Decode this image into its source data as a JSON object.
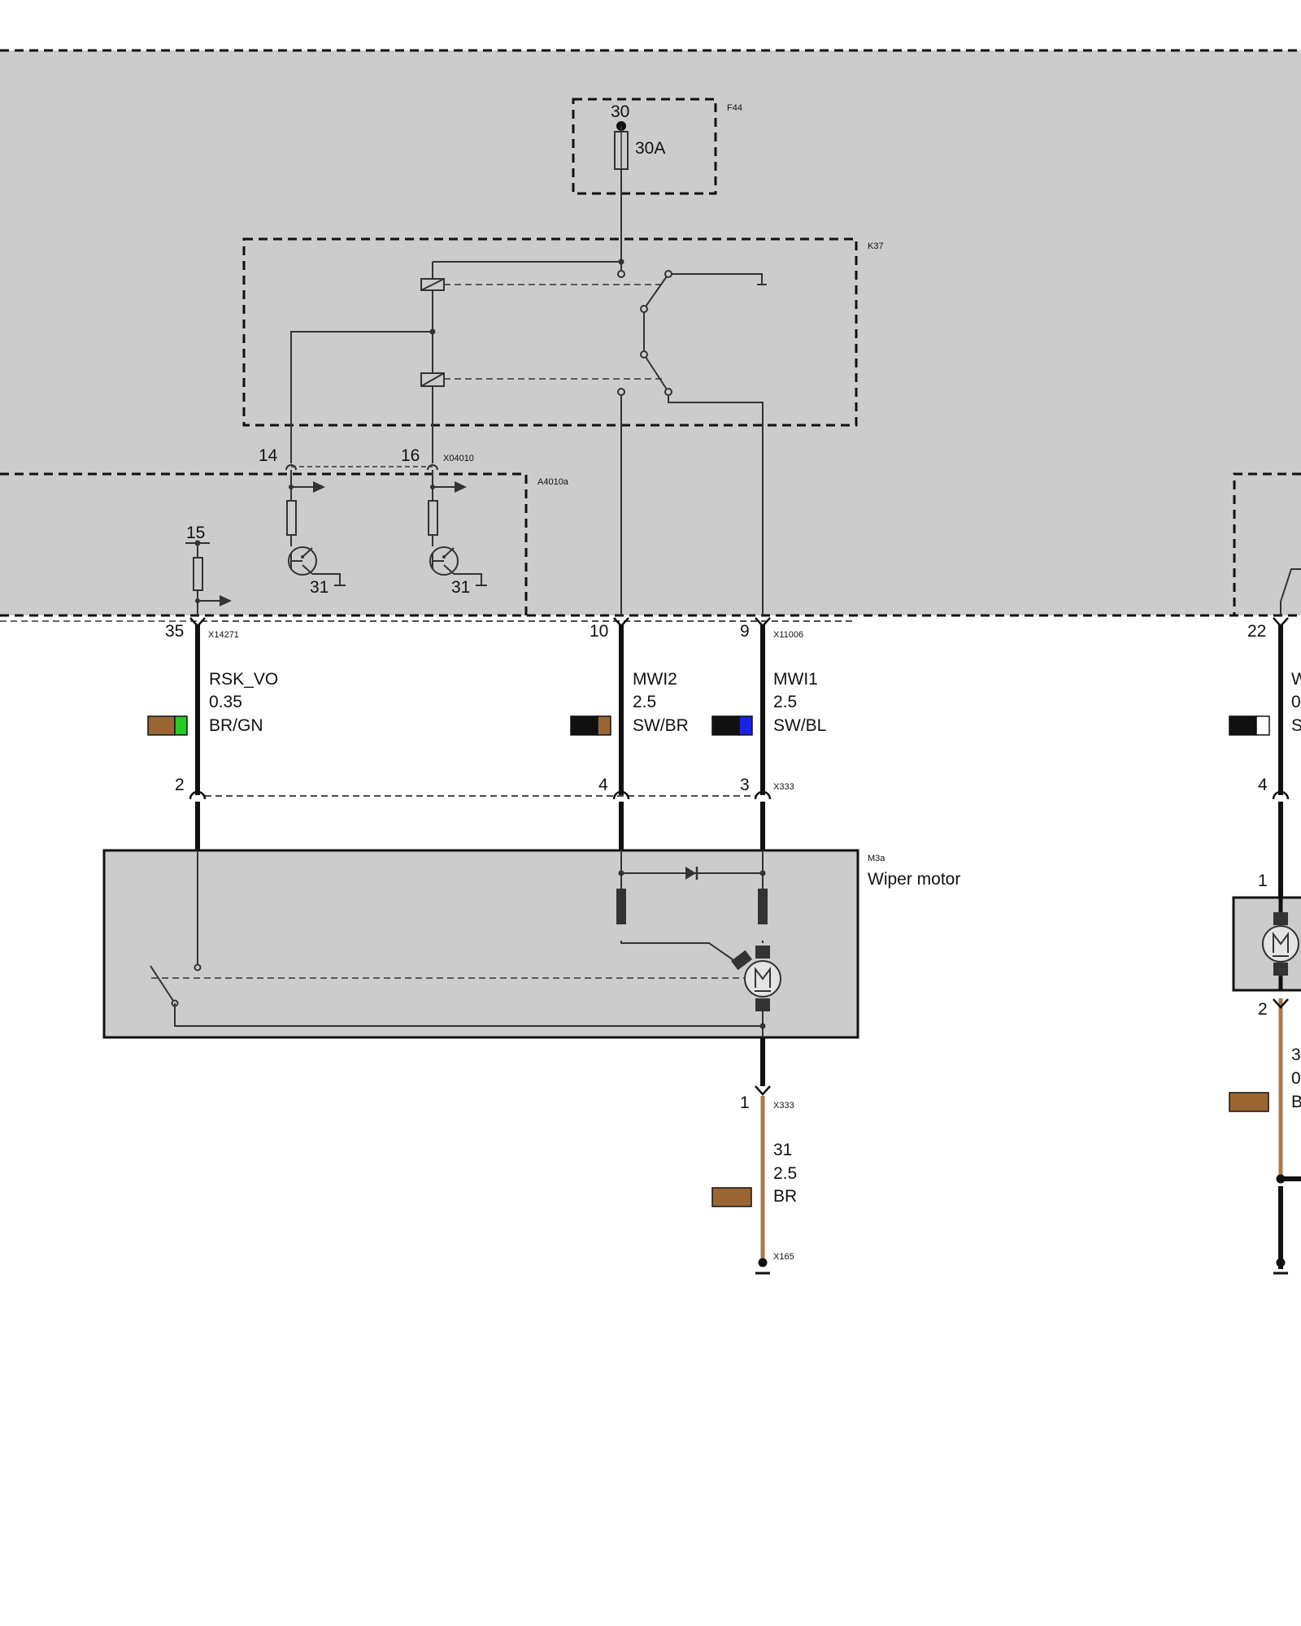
{
  "colors": {
    "panel_gray": "#cccccc",
    "wire_black": "#111111",
    "wire_brown": "#a87a4a",
    "swatch_brown": "#9b6533",
    "swatch_green": "#22cc22",
    "swatch_blue": "#1a22e6",
    "swatch_white": "#ffffff"
  },
  "components": {
    "fuse": {
      "id": "F44",
      "terminal": "30",
      "rating": "30A"
    },
    "relay": {
      "id": "K37"
    },
    "control_module": {
      "id": "A4010a"
    },
    "module_connector": {
      "id": "X04010",
      "pins": [
        "14",
        "16"
      ]
    },
    "transistor_grounds": [
      "31",
      "31"
    ],
    "terminal_15": "15",
    "wiper_motor": {
      "id": "M3a",
      "name": "Wiper motor"
    },
    "motor_icon": "motor-icon"
  },
  "connectors": {
    "x14271": {
      "id": "X14271",
      "pin": "35"
    },
    "x11006": {
      "id": "X11006",
      "pins": [
        "10",
        "9"
      ]
    },
    "x333_top": {
      "id": "X333",
      "pins": [
        "2",
        "4",
        "3"
      ]
    },
    "x333_bottom": {
      "id": "X333",
      "pin": "1"
    },
    "x165": {
      "id": "X165"
    },
    "right_edge": {
      "top_pin": "22",
      "mid_pin": "4",
      "motor_pin_top": "1",
      "motor_pin_bottom": "2"
    }
  },
  "wires": [
    {
      "signal": "RSK_VO",
      "gauge": "0.35",
      "color_code": "BR/GN",
      "swatch": [
        "#9b6533",
        "#22cc22"
      ]
    },
    {
      "signal": "MWI2",
      "gauge": "2.5",
      "color_code": "SW/BR",
      "swatch": [
        "#111111",
        "#9b6533"
      ]
    },
    {
      "signal": "MWI1",
      "gauge": "2.5",
      "color_code": "SW/BL",
      "swatch": [
        "#111111",
        "#1a22e6"
      ]
    },
    {
      "signal": "31",
      "gauge": "2.5",
      "color_code": "BR",
      "swatch": [
        "#9b6533"
      ]
    }
  ],
  "right_edge_partial": {
    "wire_top": [
      "W",
      "0",
      "S"
    ],
    "wire_bottom": [
      "3",
      "0",
      "B"
    ],
    "swatch_top": [
      "#111111",
      "#ffffff"
    ],
    "swatch_bottom": [
      "#9b6533"
    ]
  }
}
